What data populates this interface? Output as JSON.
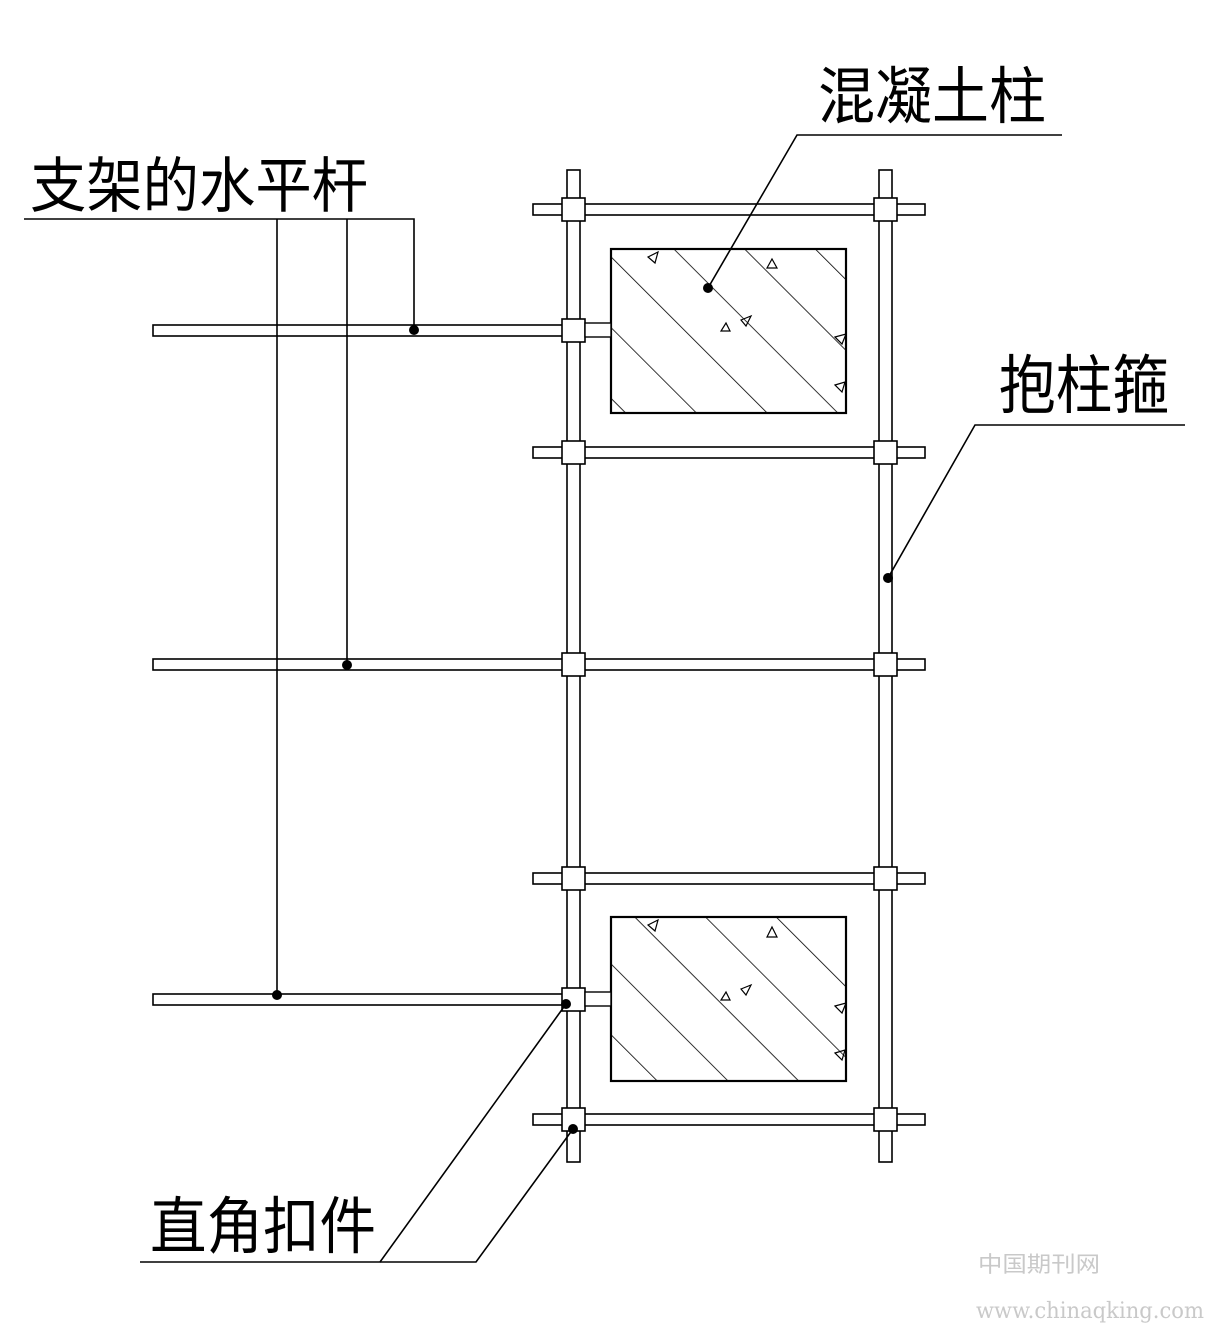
{
  "labels": {
    "support_horizontal_bar": "支架的水平杆",
    "concrete_column": "混凝土柱",
    "column_hoop": "抱柱箍",
    "right_angle_coupler": "直角扣件"
  },
  "watermark": {
    "cn": "中国期刊网",
    "url": "www.chinaqking.com"
  },
  "colors": {
    "line": "#000000",
    "fill": "#ffffff",
    "watermark": "#c9c9c9"
  }
}
